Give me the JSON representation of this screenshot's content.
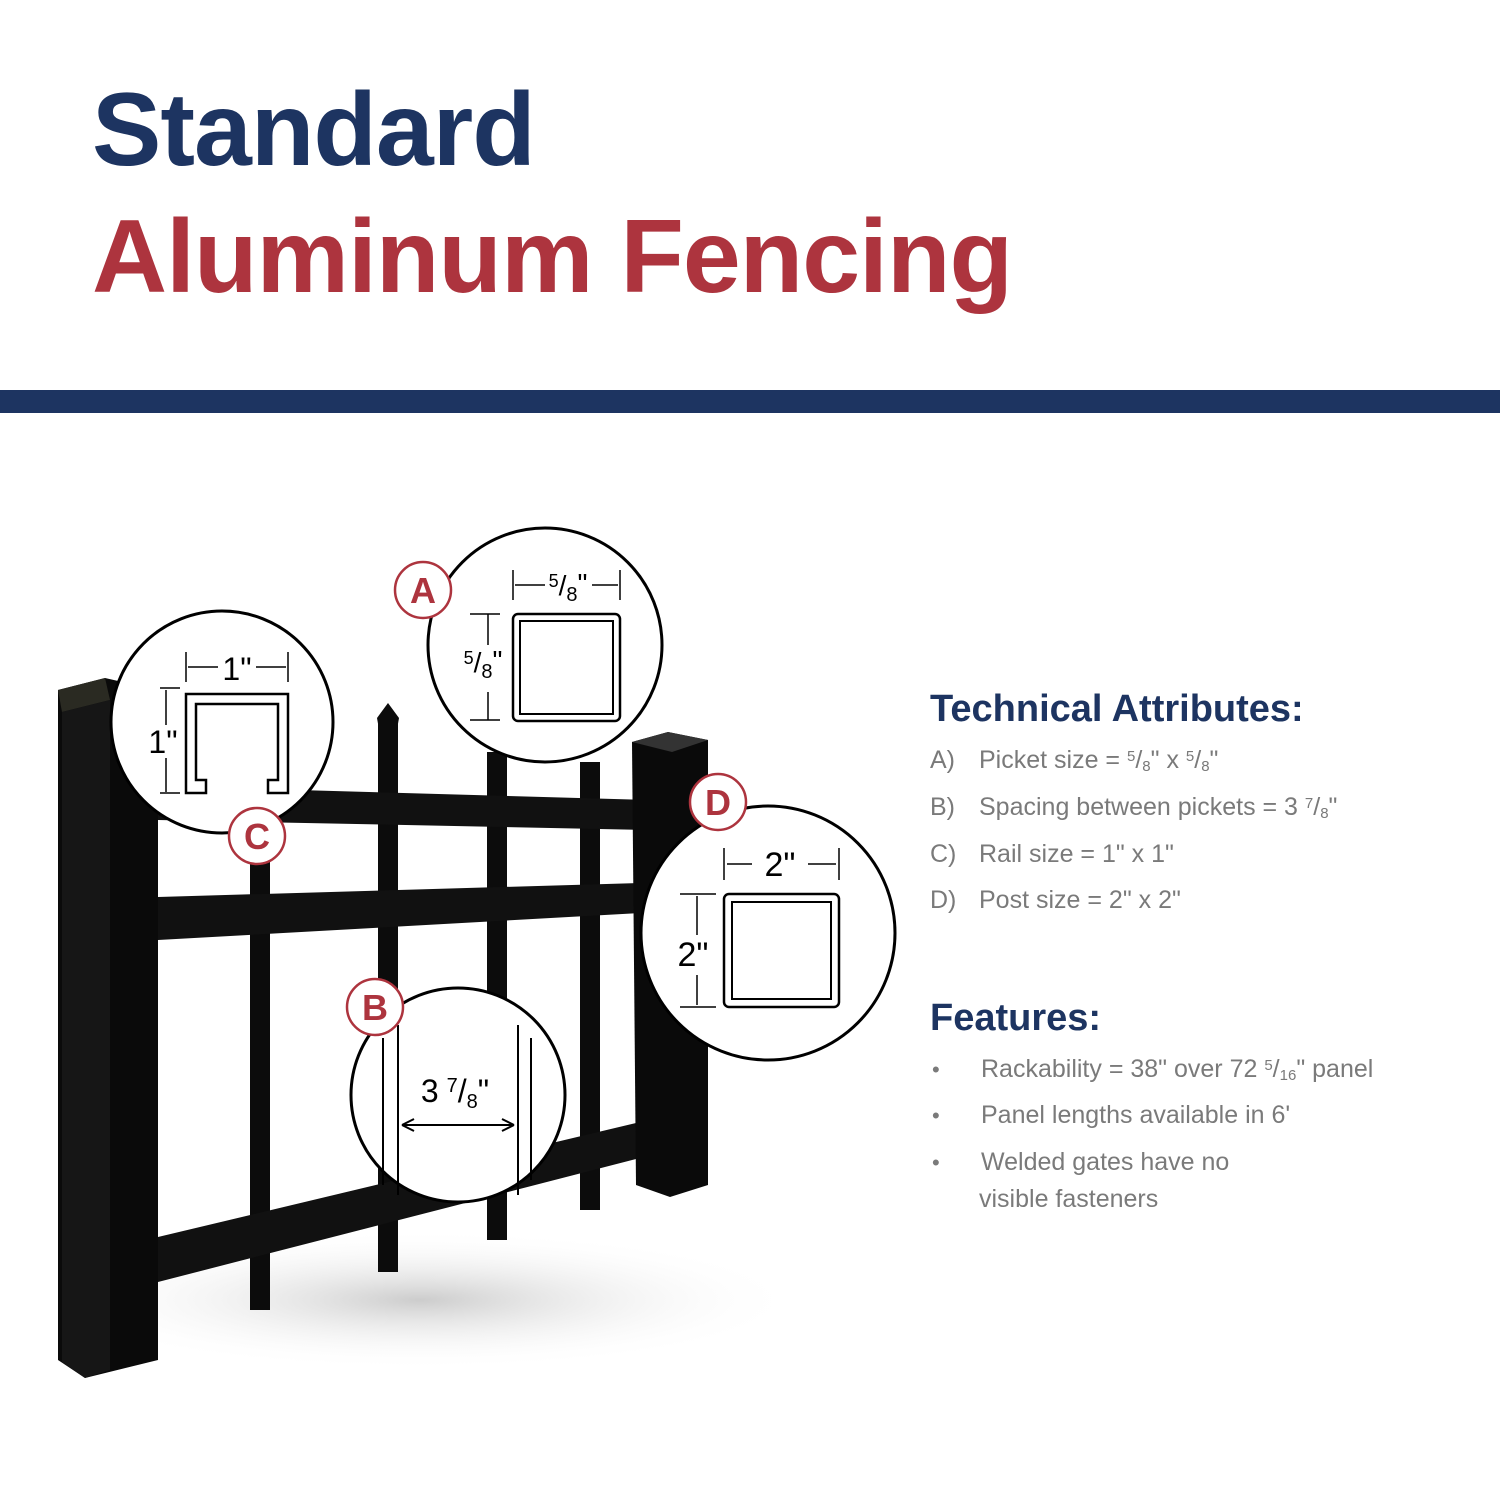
{
  "title": {
    "line1": "Standard",
    "line2": "Aluminum Fencing"
  },
  "colors": {
    "navy": "#1d3461",
    "red": "#ad343e",
    "gray_text": "#7a7a7a",
    "fence": "#0c0c0c"
  },
  "callouts": {
    "A": {
      "letter": "A",
      "width": {
        "num": "5",
        "den": "8",
        "unit": "\""
      },
      "height": {
        "num": "5",
        "den": "8",
        "unit": "\""
      }
    },
    "B": {
      "letter": "B",
      "whole": "3",
      "num": "7",
      "den": "8",
      "unit": "\""
    },
    "C": {
      "letter": "C",
      "width": "1\"",
      "height": "1\""
    },
    "D": {
      "letter": "D",
      "width": "2\"",
      "height": "2\""
    }
  },
  "technical": {
    "heading": "Technical Attributes:",
    "items": [
      {
        "prefix": "A)",
        "label": "Picket size = ",
        "n1": "5",
        "d1": "8",
        "mid": "\" x ",
        "n2": "5",
        "d2": "8",
        "end": "\""
      },
      {
        "prefix": "B)",
        "label": "Spacing between pickets = 3 ",
        "n1": "7",
        "d1": "8",
        "end": "\""
      },
      {
        "prefix": "C)",
        "label": "Rail size = 1\" x 1\""
      },
      {
        "prefix": "D)",
        "label": "Post size = 2\" x 2\""
      }
    ]
  },
  "features": {
    "heading": "Features:",
    "bullet": "•",
    "items": [
      {
        "label": "Rackability = 38\" over 72 ",
        "n1": "5",
        "d1": "16",
        "end": "\" panel"
      },
      {
        "label": "Panel lengths available in 6'"
      },
      {
        "label": "Welded gates have no",
        "cont": "visible fasteners"
      }
    ]
  }
}
